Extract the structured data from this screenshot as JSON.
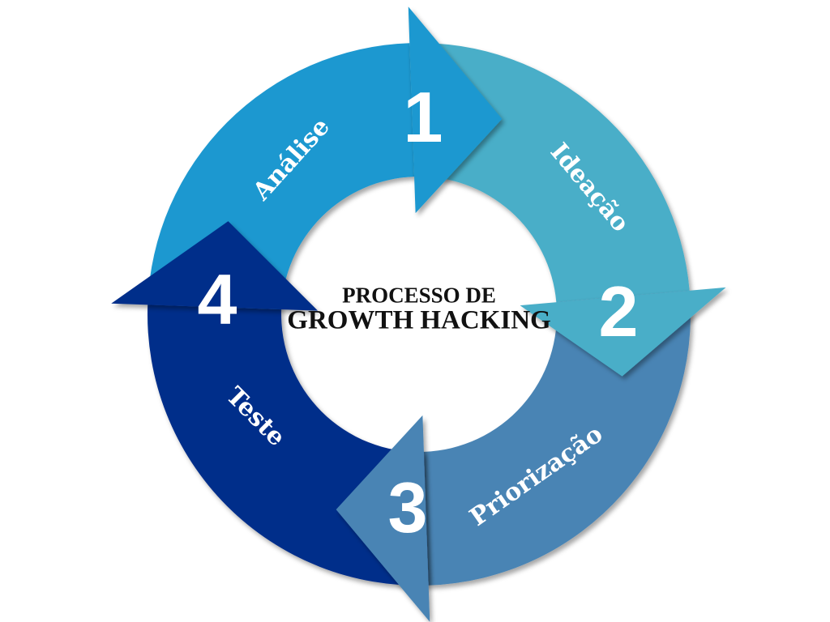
{
  "title": {
    "line1": "PROCESSO DE",
    "line2": "GROWTH HACKING"
  },
  "steps": [
    {
      "number": "1",
      "label": "Análise",
      "color": "#1a98d0"
    },
    {
      "number": "2",
      "label": "Ideação",
      "color": "#49aec8"
    },
    {
      "number": "3",
      "label": "Priorização",
      "color": "#4a84b4"
    },
    {
      "number": "4",
      "label": "Teste",
      "color": "#062d8a"
    }
  ]
}
